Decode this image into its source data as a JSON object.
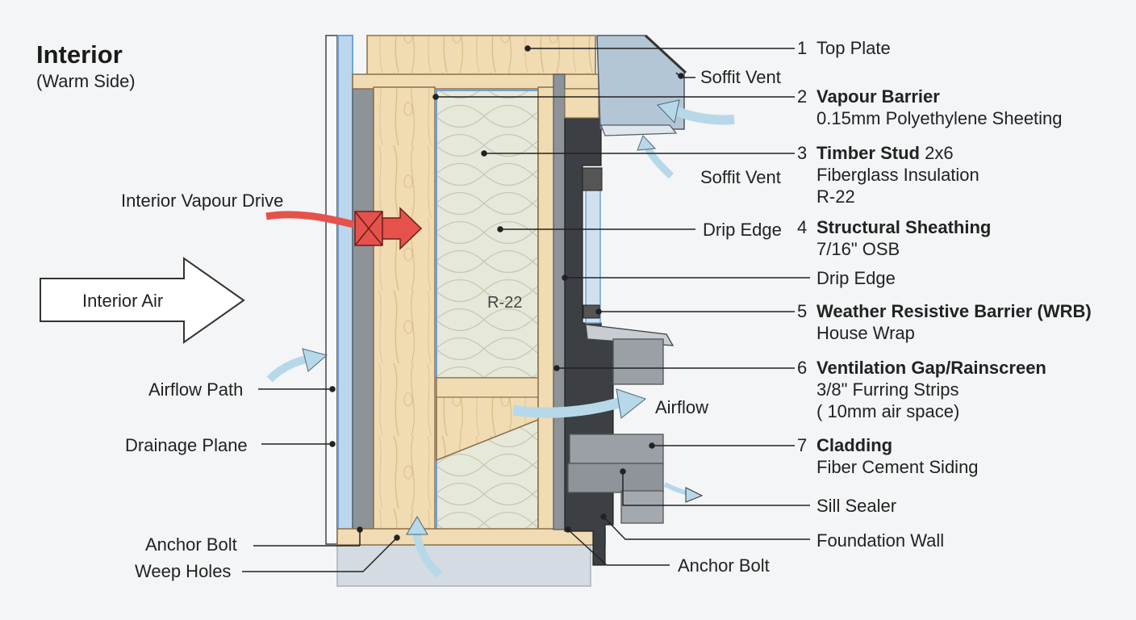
{
  "header": {
    "title": "Interior",
    "subtitle": "(Warm Side)"
  },
  "callouts": {
    "top_plate": {
      "num": "1",
      "label": "Top Plate"
    },
    "vapour_barrier": {
      "num": "2",
      "label": "Vapour Barrier",
      "detail": "0.15mm Polyethylene Sheeting"
    },
    "timber_stud": {
      "num": "3",
      "label": "Timber Stud",
      "size": "2x6",
      "detail1": "Fiberglass Insulation",
      "detail2": "R-22"
    },
    "sheathing": {
      "num": "4",
      "label": "Structural Sheathing",
      "detail": "7/16\" OSB"
    },
    "drip_edge_right": {
      "label": "Drip Edge"
    },
    "wrb": {
      "num": "5",
      "label": "Weather Resistive Barrier (WRB)",
      "detail": "House Wrap"
    },
    "rainscreen": {
      "num": "6",
      "label": "Ventilation Gap/Rainscreen",
      "detail1": "3/8\" Furring Strips",
      "detail2": "( 10mm air space)"
    },
    "cladding": {
      "num": "7",
      "label": "Cladding",
      "detail": "Fiber Cement Siding"
    },
    "sill_sealer": {
      "label": "Sill Sealer"
    },
    "foundation_wall": {
      "label": "Foundation Wall"
    },
    "anchor_bolt_bottom": {
      "label": "Anchor Bolt"
    },
    "soffit_vent_top": {
      "label": "Soffit Vent"
    },
    "soffit_vent_lower": {
      "label": "Soffit Vent"
    },
    "drip_edge_mid": {
      "label": "Drip Edge"
    },
    "airflow": {
      "label": "Airflow"
    },
    "interior_vapour_drive": {
      "label": "Interior Vapour Drive"
    },
    "interior_air": {
      "label": "Interior Air"
    },
    "airflow_path": {
      "label": "Airflow Path"
    },
    "drainage_plane": {
      "label": "Drainage Plane"
    },
    "anchor_bolt_left": {
      "label": "Anchor Bolt"
    },
    "weep_holes": {
      "label": "Weep Holes"
    },
    "insulation_rating": {
      "label": "R-22"
    }
  },
  "colors": {
    "wood": "#f1dbb2",
    "wood_grain": "#d9bf8c",
    "insulation": "#e6e8da",
    "vapour_barrier": "#6fa2d6",
    "drywall": "#8d9398",
    "sheathing_dark": "#3c3f43",
    "cladding": "#9aa0a6",
    "concrete": "#d4dbe2",
    "air_arrow": "#b7d8e8",
    "vapour_arrow": "#e5524b",
    "leader": "#222222"
  }
}
